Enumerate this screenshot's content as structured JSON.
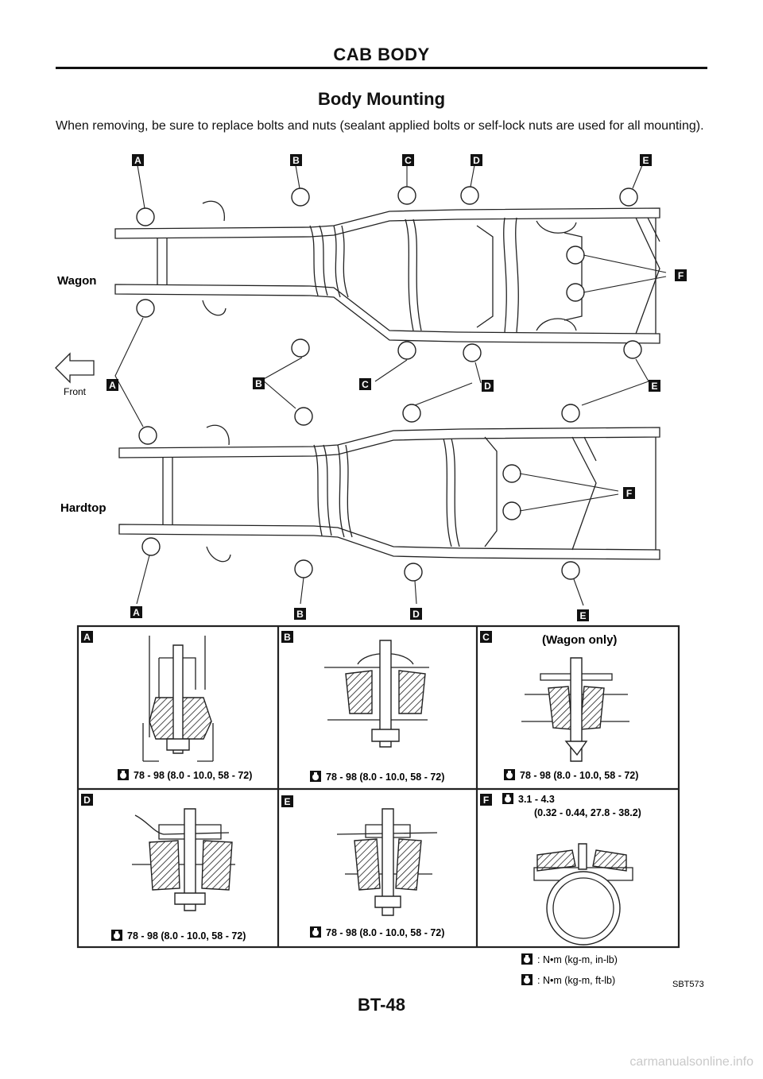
{
  "header": {
    "title": "CAB BODY"
  },
  "section": {
    "title": "Body Mounting"
  },
  "intro": "When removing, be sure to replace bolts and nuts (sealant applied bolts or self-lock nuts are used for all mounting).",
  "figure": {
    "labels": {
      "wagon": "Wagon",
      "hardtop": "Hardtop",
      "front": "Front",
      "wagon_only": "(Wagon only)"
    },
    "markers": {
      "a": "A",
      "b": "B",
      "c": "C",
      "d": "D",
      "e": "E",
      "f": "F"
    },
    "panels": {
      "a": {
        "torque": "78 - 98 (8.0 - 10.0, 58 - 72)"
      },
      "b": {
        "torque": "78 - 98 (8.0 - 10.0, 58 - 72)"
      },
      "c": {
        "torque": "78 - 98 (8.0 - 10.0, 58 - 72)"
      },
      "d": {
        "torque": "78 - 98 (8.0 - 10.0, 58 - 72)"
      },
      "e": {
        "torque": "78 - 98 (8.0 - 10.0, 58 - 72)"
      },
      "f": {
        "torque_line1": "3.1 - 4.3",
        "torque_line2": "(0.32 - 0.44, 27.8 - 38.2)"
      }
    },
    "legend": {
      "inlb": ": N•m (kg-m, in-lb)",
      "ftlb": ": N•m (kg-m, ft-lb)"
    },
    "code": "SBT573"
  },
  "footer": {
    "page": "BT-48"
  },
  "watermark": "carmanualsonline.info"
}
